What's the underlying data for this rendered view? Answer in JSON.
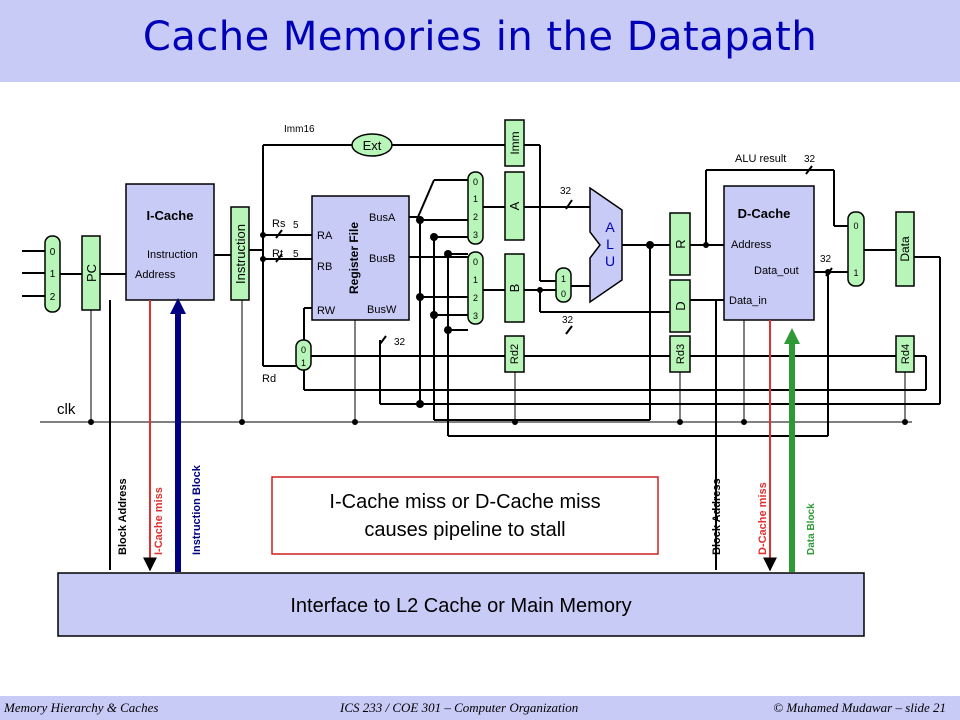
{
  "slide": {
    "title": "Cache Memories in the Datapath",
    "footer_left": "Memory Hierarchy & Caches",
    "footer_center": "ICS 233 / COE 301 – Computer Organization",
    "footer_right": "© Muhamed Mudawar – slide 21"
  },
  "diagram": {
    "mux_inputs_012": [
      "0",
      "1",
      "2"
    ],
    "mux_inputs_0123": [
      "0",
      "1",
      "2",
      "3"
    ],
    "mux_inputs_01": [
      "0",
      "1"
    ],
    "mux_inputs_10": [
      "1",
      "0"
    ],
    "pc": "PC",
    "icache": {
      "title": "I-Cache",
      "instruction": "Instruction",
      "address": "Address"
    },
    "instruction_reg": "Instruction",
    "imm16": "Imm16",
    "ext": "Ext",
    "rs": "Rs",
    "rt": "Rt",
    "rd": "Rd",
    "width5": "5",
    "width32": "32",
    "regfile": {
      "title": "Register File",
      "ra": "RA",
      "rb": "RB",
      "rw": "RW",
      "busa": "BusA",
      "busb": "BusB",
      "busw": "BusW"
    },
    "imm_reg": "Imm",
    "a_reg": "A",
    "b_reg": "B",
    "alu": [
      "A",
      "L",
      "U"
    ],
    "alu_result": "ALU result",
    "r_reg": "R",
    "d_reg": "D",
    "dcache": {
      "title": "D-Cache",
      "address": "Address",
      "data_out": "Data_out",
      "data_in": "Data_in"
    },
    "data_reg": "Data",
    "rd2": "Rd2",
    "rd3": "Rd3",
    "rd4": "Rd4",
    "clk": "clk",
    "block_address": "Block Address",
    "icache_miss": "I-Cache miss",
    "instruction_block": "Instruction Block",
    "dcache_miss": "D-Cache miss",
    "data_block": "Data Block",
    "stall_note_line1": "I-Cache miss or D-Cache miss",
    "stall_note_line2": "causes pipeline to stall",
    "interface": "Interface to L2 Cache or Main Memory"
  },
  "colors": {
    "title_bar": "#c9cbf7",
    "title_text": "#0000b8",
    "box_fill": "#c9cbf7",
    "register_fill": "#b8f5b8",
    "miss_red": "#e03030",
    "instruction_block_blue": "#000080",
    "data_block_green": "#2e9a36"
  }
}
